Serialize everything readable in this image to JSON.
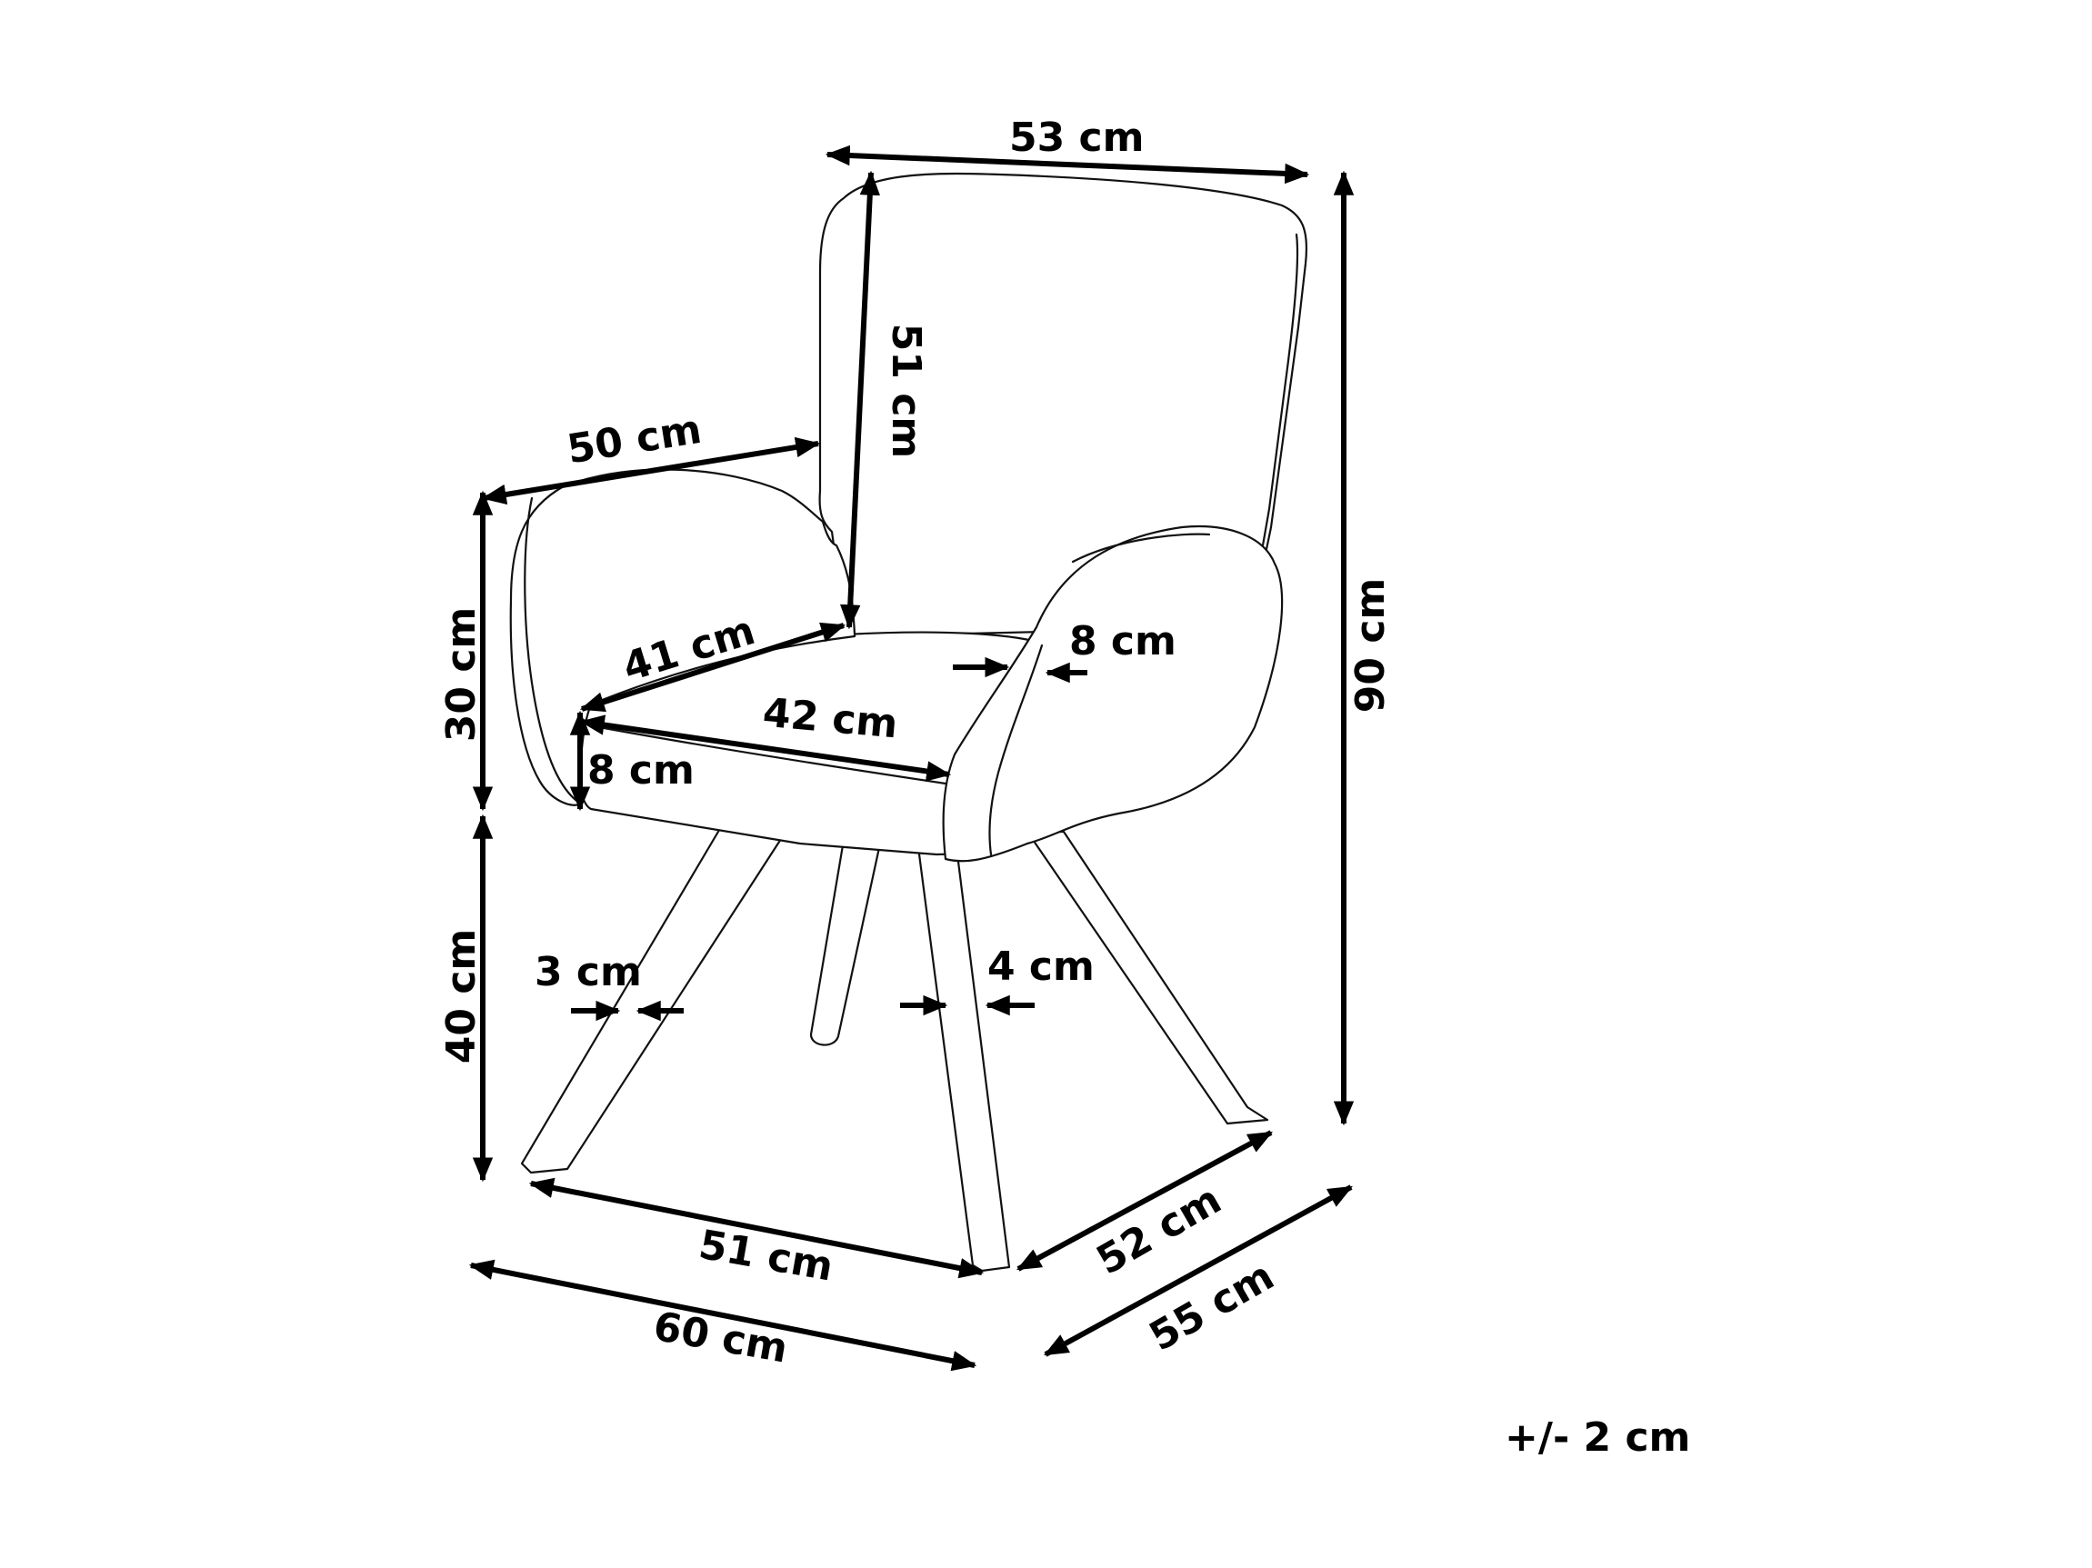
{
  "dimensions": {
    "backrest_width": "53 cm",
    "backrest_height": "51 cm",
    "total_height": "90 cm",
    "armrest_depth": "50 cm",
    "armrest_height": "30 cm",
    "seat_depth": "41 cm",
    "seat_width": "42 cm",
    "armrest_thickness": "8 cm",
    "seat_cushion_thickness": "8 cm",
    "seat_height": "40 cm",
    "front_leg_thickness": "3 cm",
    "leg_thickness": "4 cm",
    "front_leg_span": "51 cm",
    "overall_width": "60 cm",
    "side_leg_span": "52 cm",
    "overall_depth": "55 cm"
  },
  "tolerance": "+/- 2 cm",
  "colors": {
    "line": "#000000",
    "background": "#ffffff"
  }
}
